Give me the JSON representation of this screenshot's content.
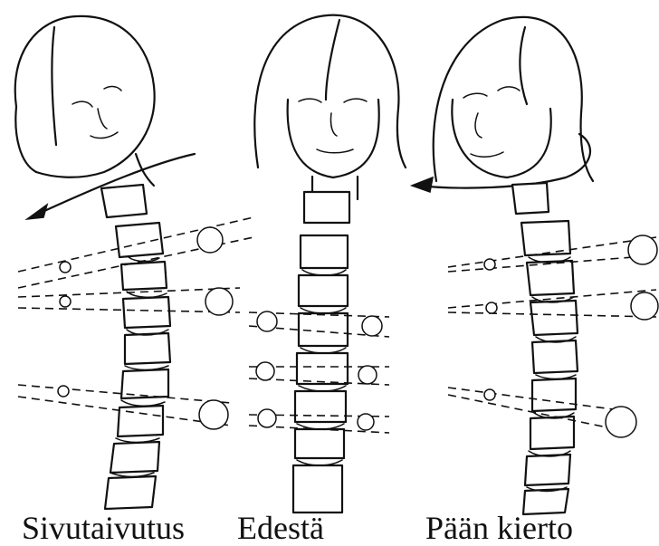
{
  "panels": [
    {
      "id": "lateral-flexion",
      "caption": "Sivutaivutus"
    },
    {
      "id": "front-view",
      "caption": "Edestä"
    },
    {
      "id": "head-rotation",
      "caption": "Pään kierto"
    }
  ],
  "colors": {
    "ink": "#111111",
    "background": "#ffffff"
  }
}
